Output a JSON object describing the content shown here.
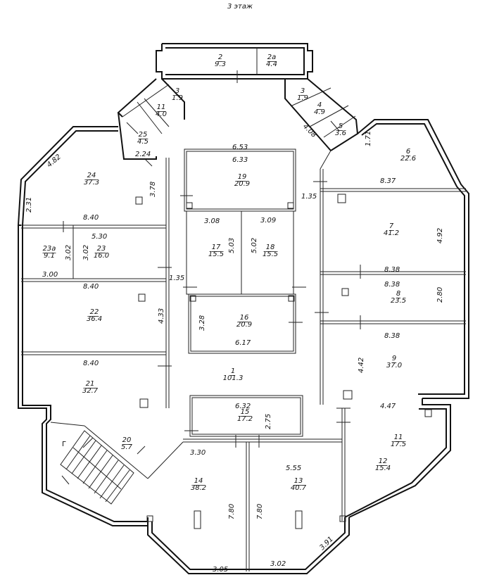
{
  "title": "3 этаж",
  "rooms": [
    {
      "id": "r2",
      "num": "2",
      "area": "9.3"
    },
    {
      "id": "r2a",
      "num": "2a",
      "area": "4.4"
    },
    {
      "id": "r3",
      "num": "3",
      "area": "1.9"
    },
    {
      "id": "r3b",
      "num": "3",
      "area": "1.9"
    },
    {
      "id": "r4",
      "num": "4",
      "area": "4.9"
    },
    {
      "id": "r5",
      "num": "5",
      "area": "3.6"
    },
    {
      "id": "r6",
      "num": "6",
      "area": "22.6"
    },
    {
      "id": "r7",
      "num": "7",
      "area": "41.2"
    },
    {
      "id": "r8",
      "num": "8",
      "area": "23.5"
    },
    {
      "id": "r9",
      "num": "9",
      "area": "37.0"
    },
    {
      "id": "r11",
      "num": "11",
      "area": "4.0"
    },
    {
      "id": "r11b",
      "num": "11",
      "area": "17.5"
    },
    {
      "id": "r12",
      "num": "12",
      "area": "15.4"
    },
    {
      "id": "r13",
      "num": "13",
      "area": "40.7"
    },
    {
      "id": "r14",
      "num": "14",
      "area": "38.2"
    },
    {
      "id": "r15",
      "num": "15",
      "area": "17.2"
    },
    {
      "id": "r16",
      "num": "16",
      "area": "20.9"
    },
    {
      "id": "r17",
      "num": "17",
      "area": "15.5"
    },
    {
      "id": "r18",
      "num": "18",
      "area": "15.5"
    },
    {
      "id": "r19",
      "num": "19",
      "area": "20.9"
    },
    {
      "id": "r1",
      "num": "1",
      "area": "101.3"
    },
    {
      "id": "r20",
      "num": "20",
      "area": "5.7"
    },
    {
      "id": "r21",
      "num": "21",
      "area": "32.7"
    },
    {
      "id": "r22",
      "num": "22",
      "area": "36.4"
    },
    {
      "id": "r23",
      "num": "23",
      "area": "16.0"
    },
    {
      "id": "r23a",
      "num": "23a",
      "area": "9.1"
    },
    {
      "id": "r24",
      "num": "24",
      "area": "37.3"
    },
    {
      "id": "r25",
      "num": "25",
      "area": "4.5"
    }
  ],
  "dimensions": [
    {
      "id": "d1",
      "text": "6.53"
    },
    {
      "id": "d2",
      "text": "6.33"
    },
    {
      "id": "d3",
      "text": "1.35"
    },
    {
      "id": "d4",
      "text": "3.08"
    },
    {
      "id": "d5",
      "text": "3.09"
    },
    {
      "id": "d6",
      "text": "5.03"
    },
    {
      "id": "d7",
      "text": "5.02"
    },
    {
      "id": "d8",
      "text": "1.35"
    },
    {
      "id": "d9",
      "text": "3.28"
    },
    {
      "id": "d10",
      "text": "6.17"
    },
    {
      "id": "d11",
      "text": "4.82"
    },
    {
      "id": "d12",
      "text": "2.24"
    },
    {
      "id": "d13",
      "text": "3.78"
    },
    {
      "id": "d14",
      "text": "2.31"
    },
    {
      "id": "d15",
      "text": "8.40"
    },
    {
      "id": "d16",
      "text": "5.30"
    },
    {
      "id": "d17",
      "text": "3.02"
    },
    {
      "id": "d18",
      "text": "3.02"
    },
    {
      "id": "d19",
      "text": "3.00"
    },
    {
      "id": "d20",
      "text": "8.40"
    },
    {
      "id": "d21",
      "text": "4.33"
    },
    {
      "id": "d22",
      "text": "8.40"
    },
    {
      "id": "d23",
      "text": "4.08"
    },
    {
      "id": "d24",
      "text": "1.71"
    },
    {
      "id": "d25",
      "text": "8.37"
    },
    {
      "id": "d26",
      "text": "4.92"
    },
    {
      "id": "d27",
      "text": "8.38"
    },
    {
      "id": "d28",
      "text": "8.38"
    },
    {
      "id": "d29",
      "text": "2.80"
    },
    {
      "id": "d30",
      "text": "8.38"
    },
    {
      "id": "d31",
      "text": "4.42"
    },
    {
      "id": "d32",
      "text": "4.47"
    },
    {
      "id": "d33",
      "text": "6.32"
    },
    {
      "id": "d34",
      "text": "2.75"
    },
    {
      "id": "d35",
      "text": "3.30"
    },
    {
      "id": "d36",
      "text": "5.55"
    },
    {
      "id": "d37",
      "text": "7.80"
    },
    {
      "id": "d38",
      "text": "7.80"
    },
    {
      "id": "d39",
      "text": "3.91"
    },
    {
      "id": "d40",
      "text": "3.05"
    },
    {
      "id": "d41",
      "text": "3.02"
    }
  ],
  "stair_label": "Г"
}
